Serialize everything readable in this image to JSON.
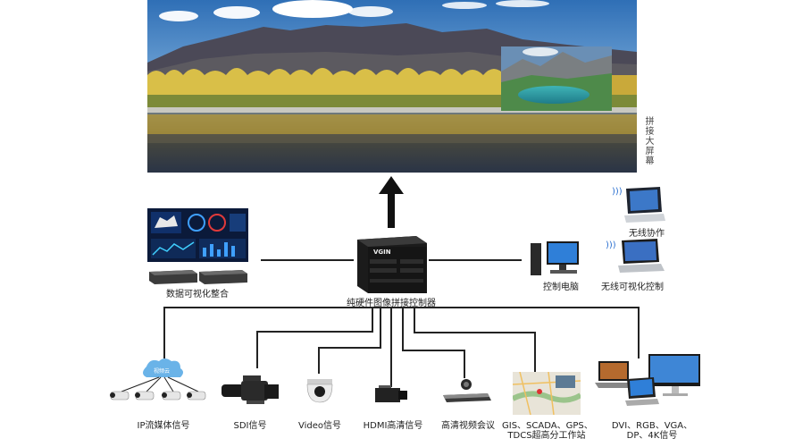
{
  "screen": {
    "label": "拼接大屏幕"
  },
  "controller": {
    "label": "纯硬件图像拼接控制器",
    "brand": "VGIN"
  },
  "left_group": {
    "label": "数据可视化整合"
  },
  "right_devices": [
    {
      "key": "wireless_collab",
      "label": "无线协作"
    },
    {
      "key": "control_pc",
      "label": "控制电脑"
    },
    {
      "key": "wireless_visual",
      "label": "无线可视化控制"
    }
  ],
  "inputs": [
    {
      "key": "ip_stream",
      "label": "IP流媒体信号"
    },
    {
      "key": "sdi",
      "label": "SDI信号"
    },
    {
      "key": "video",
      "label": "Video信号"
    },
    {
      "key": "hdmi",
      "label": "HDMI高清信号"
    },
    {
      "key": "conference",
      "label": "高清视频会议"
    },
    {
      "key": "gis",
      "label_lines": [
        "GIS、SCADA、GPS、",
        "TDCS超高分工作站"
      ]
    },
    {
      "key": "dvi",
      "label_lines": [
        "DVI、RGB、VGA、",
        "DP、4K信号"
      ]
    }
  ],
  "cloud": {
    "label": "视频云"
  },
  "colors": {
    "line": "#222222",
    "sky": "#3a7fc4",
    "mountain": "#4c4a55",
    "trees": "#d4b437",
    "water": "#2a3a55"
  }
}
